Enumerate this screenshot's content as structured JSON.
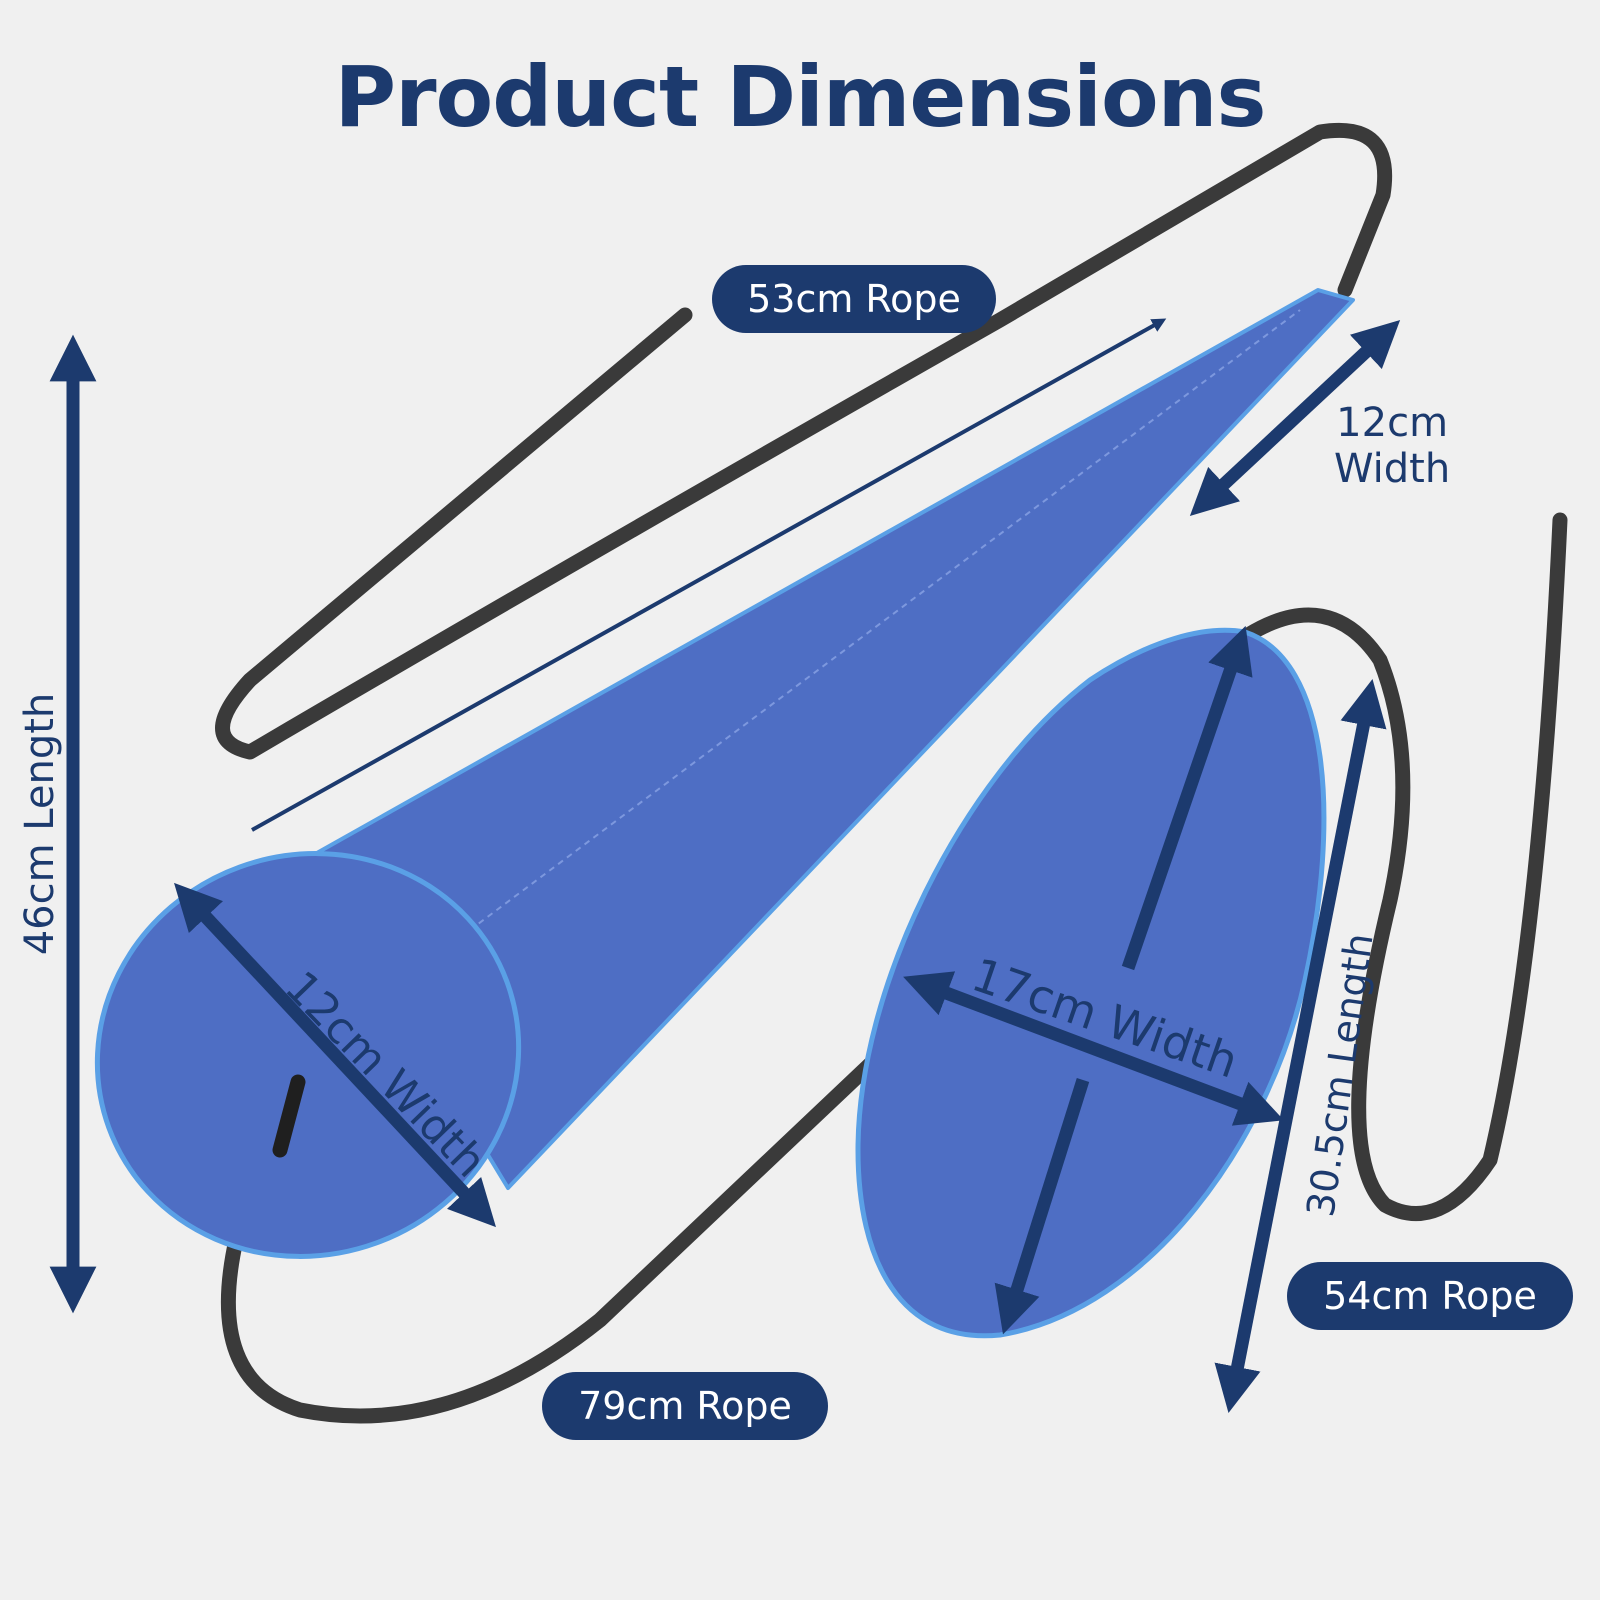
{
  "title": "Product Dimensions",
  "colors": {
    "navy": "#1c3a6e",
    "fabric": "#4e6ec4",
    "fabric_light": "#5b7bd2",
    "edge": "#5aa0e6",
    "rope": "#3a3a3a",
    "background": "#f0f0f0"
  },
  "labels": {
    "rope_top": "53cm Rope",
    "width_top": "12cm\nWidth",
    "length_left": "46cm Length",
    "width_circle": "12cm Width",
    "width_oval": "17cm Width",
    "length_right": "30.5cm Length",
    "rope_right": "54cm Rope",
    "rope_bottom": "79cm Rope"
  }
}
